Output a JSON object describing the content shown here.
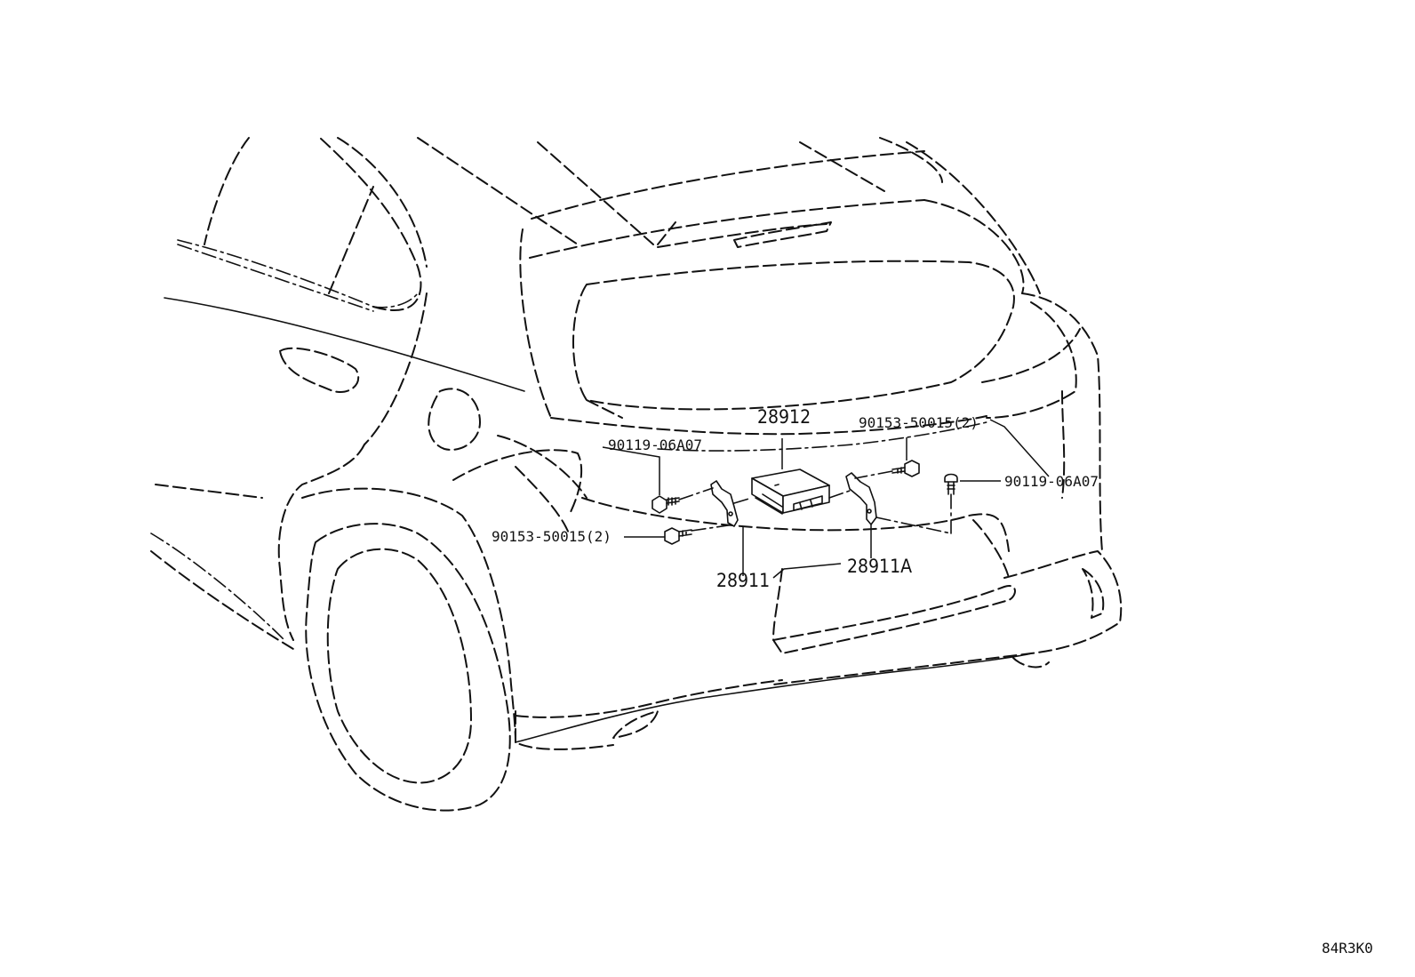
{
  "callouts": {
    "computer_assy": "28912",
    "bracket_left": "28911",
    "bracket_right": "28911A",
    "bolt_upper_left": "90119-06A07",
    "bolt_upper_right": "90119-06A07",
    "bolt_lower_left": "90153-50015(2)",
    "bolt_upper_center": "90153-50015(2)"
  },
  "illustration_code": "84R3K0"
}
